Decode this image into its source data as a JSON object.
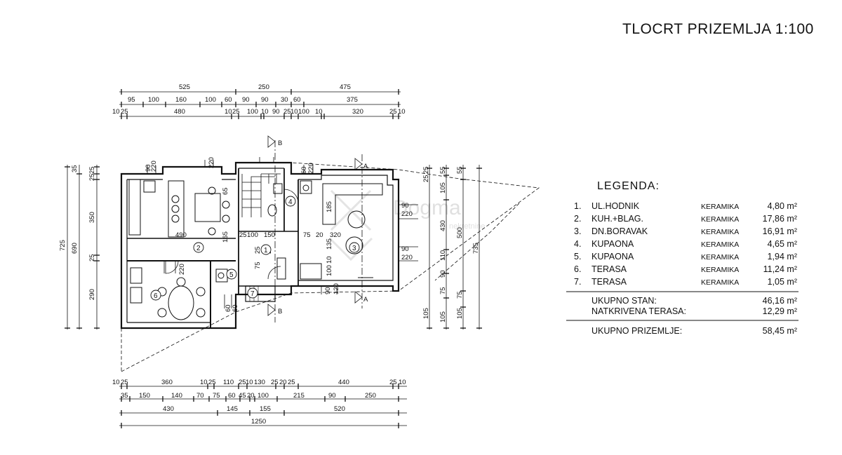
{
  "title": "TLOCRT PRIZEMLJA 1:100",
  "top_dims": {
    "row1": [
      "525",
      "250",
      "475"
    ],
    "row2": [
      "95",
      "100",
      "160",
      "100",
      "60",
      "90",
      "90",
      "30",
      "60",
      "375"
    ],
    "row3": [
      "10",
      "25",
      "480",
      "10",
      "25",
      "100",
      "10",
      "90",
      "25",
      "10",
      "100",
      "10",
      "320",
      "25",
      "10"
    ]
  },
  "bottom_dims": {
    "row1": [
      "10",
      "25",
      "360",
      "10",
      "25",
      "110",
      "25",
      "10",
      "130",
      "25",
      "20",
      "25",
      "440",
      "25",
      "10"
    ],
    "row2": [
      "35",
      "150",
      "140",
      "70",
      "75",
      "60",
      "45",
      "20",
      "100",
      "215",
      "90",
      "250"
    ],
    "row3": [
      "430",
      "145",
      "155",
      "520"
    ],
    "row4": [
      "1250"
    ]
  },
  "left_dims": [
    "725",
    "690",
    "35",
    "25",
    "25",
    "350",
    "25",
    "290"
  ],
  "right_dims": [
    "25",
    "25",
    "55",
    "105",
    "430",
    "110",
    "90",
    "105",
    "75",
    "105",
    "500",
    "735",
    "55",
    "75",
    "105"
  ],
  "section_marks": [
    "A",
    "A",
    "B",
    "B"
  ],
  "inner_dims": [
    "490",
    "320",
    "165",
    "100",
    "150",
    "75",
    "20",
    "185",
    "135",
    "10",
    "100",
    "220",
    "65",
    "25",
    "75",
    "25",
    "25",
    "90",
    "220",
    "90",
    "220",
    "60",
    "220",
    "90",
    "120",
    "60",
    "60",
    "220",
    "90",
    "220"
  ],
  "room_numbers": [
    "1",
    "2",
    "3",
    "4",
    "5",
    "6",
    "7"
  ],
  "watermark": {
    "brand": "Dogma",
    "sub": "nekretnine"
  },
  "legend": {
    "title": "LEGENDA:",
    "rooms": [
      {
        "num": "1.",
        "name": "UL.HODNIK",
        "material": "KERAMIKA",
        "area": "4,80 m²"
      },
      {
        "num": "2.",
        "name": "KUH.+BLAG.",
        "material": "KERAMIKA",
        "area": "17,86 m²"
      },
      {
        "num": "3.",
        "name": "DN.BORAVAK",
        "material": "KERAMIKA",
        "area": "16,91 m²"
      },
      {
        "num": "4.",
        "name": "KUPAONA",
        "material": "KERAMIKA",
        "area": "4,65 m²"
      },
      {
        "num": "5.",
        "name": "KUPAONA",
        "material": "KERAMIKA",
        "area": "1,94 m²"
      },
      {
        "num": "6.",
        "name": "TERASA",
        "material": "KERAMIKA",
        "area": "11,24 m²"
      },
      {
        "num": "7.",
        "name": "TERASA",
        "material": "KERAMIKA",
        "area": "1,05 m²"
      }
    ],
    "totals": [
      {
        "label": "UKUPNO STAN:",
        "area": "46,16 m²"
      },
      {
        "label": "NATKRIVENA TERASA:",
        "area": "12,29 m²"
      }
    ],
    "grand_total": {
      "label": "UKUPNO PRIZEMLJE:",
      "area": "58,45 m²"
    }
  }
}
